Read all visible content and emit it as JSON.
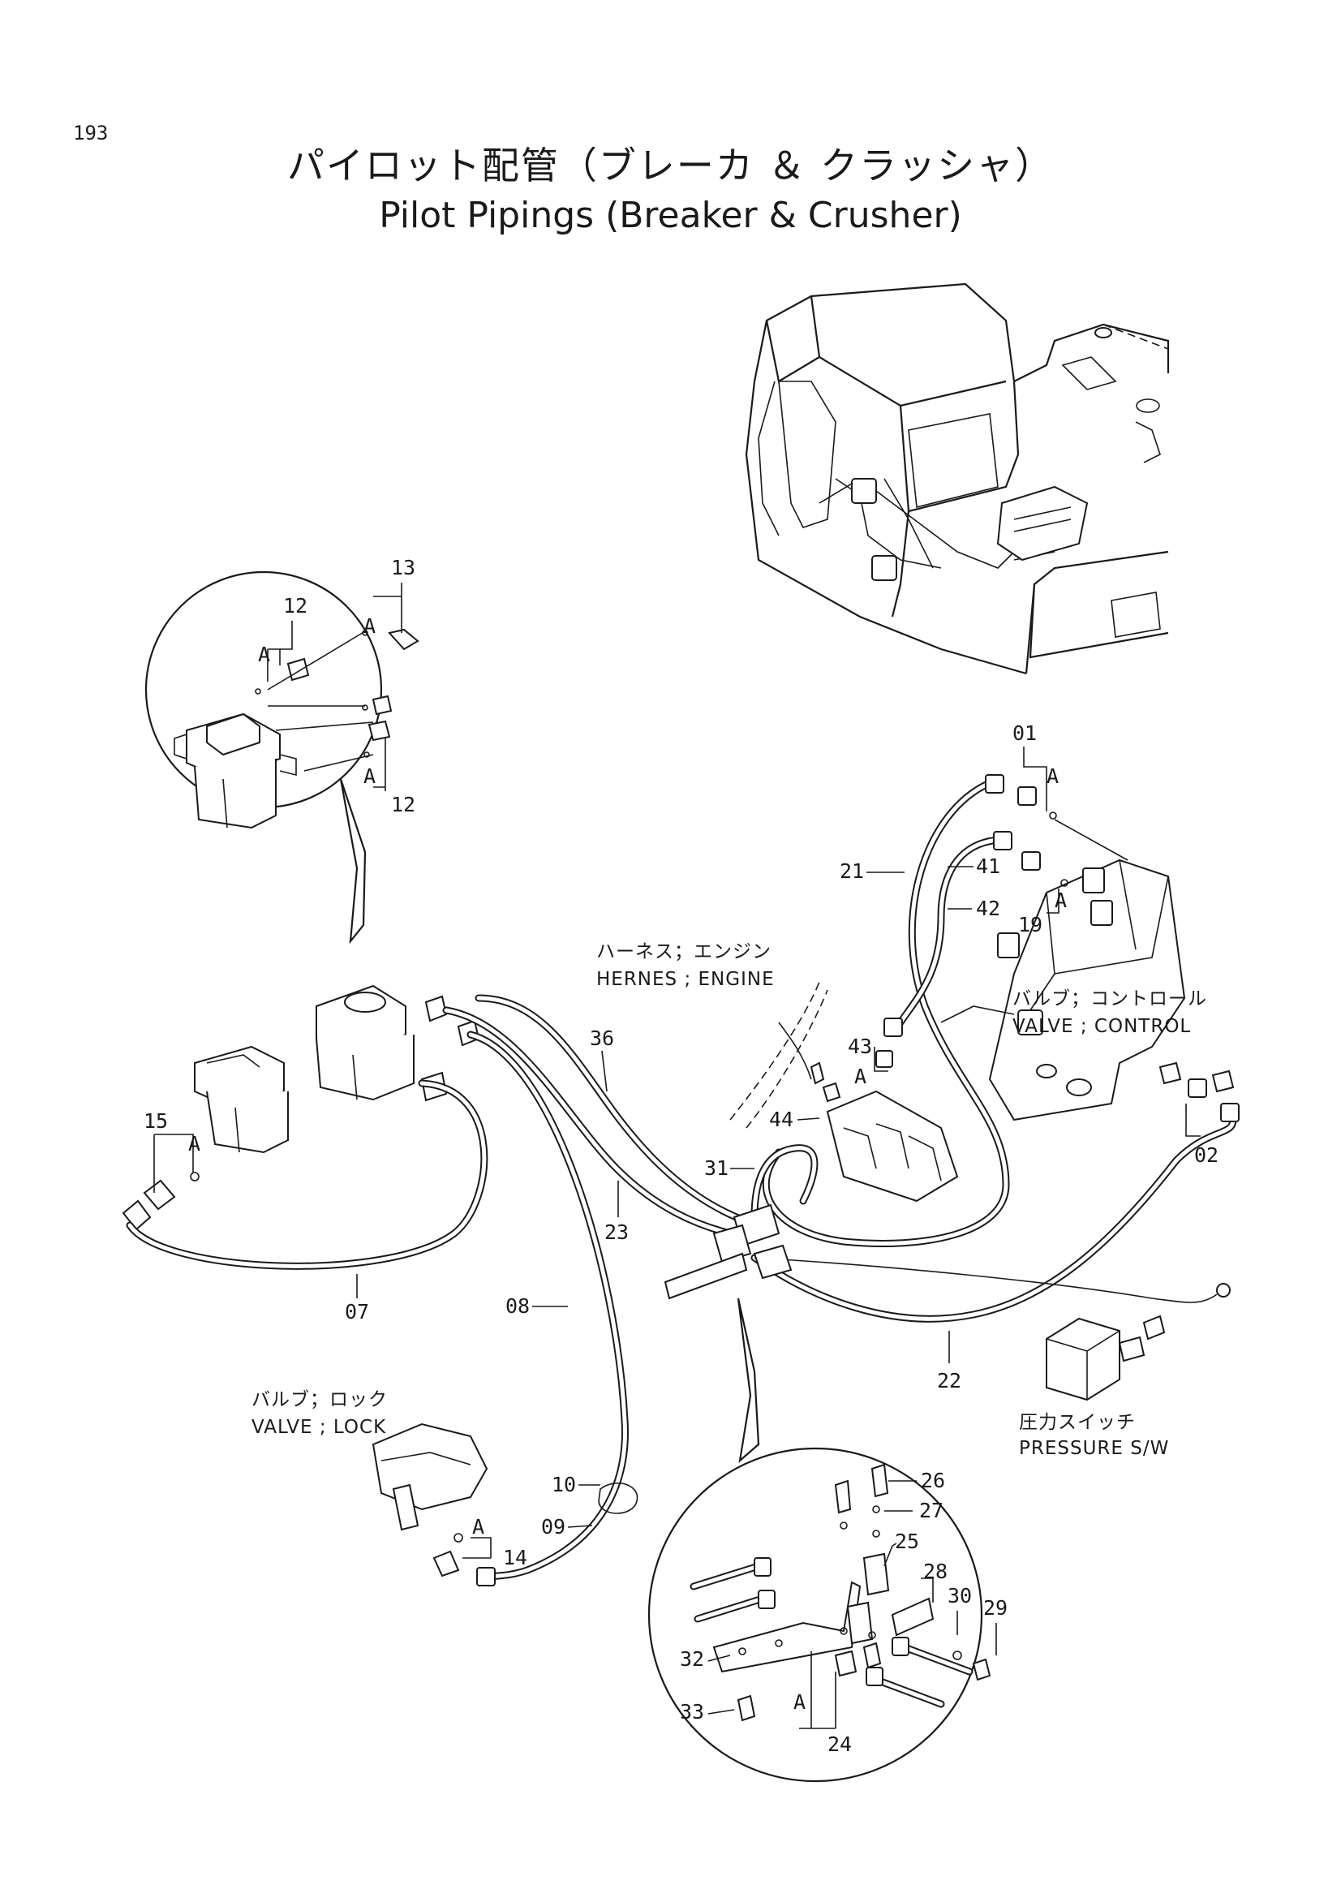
{
  "page_number": "193",
  "title_jp": "パイロット配管（ブレーカ ＆ クラッシャ）",
  "title_en": "Pilot Pipings (Breaker & Crusher)",
  "labels": {
    "harness_jp": "ハーネス；エンジン",
    "harness_en": "HERNES ; ENGINE",
    "control_valve_jp": "バルブ；コントロール",
    "control_valve_en": "VALVE ; CONTROL",
    "lock_valve_jp": "バルブ；ロック",
    "lock_valve_en": "VALVE ; LOCK",
    "pressure_switch_jp": "圧力スイッチ",
    "pressure_switch_en": "PRESSURE S/W"
  },
  "part_numbers": {
    "p01": "01",
    "p02": "02",
    "p07": "07",
    "p08": "08",
    "p09": "09",
    "p10": "10",
    "p12a": "12",
    "p12b": "12",
    "p13": "13",
    "p14": "14",
    "p15": "15",
    "p19": "19",
    "p21": "21",
    "p22": "22",
    "p23": "23",
    "p24": "24",
    "p25": "25",
    "p26": "26",
    "p27": "27",
    "p28": "28",
    "p29": "29",
    "p30": "30",
    "p31": "31",
    "p32": "32",
    "p33": "33",
    "p36": "36",
    "p41": "41",
    "p42": "42",
    "p43": "43",
    "p44": "44"
  },
  "ref_marks": {
    "a1": "A",
    "a2": "A",
    "a3": "A",
    "a4": "A",
    "a5": "A",
    "a6": "A",
    "a7": "A",
    "a8": "A",
    "a9": "A"
  }
}
